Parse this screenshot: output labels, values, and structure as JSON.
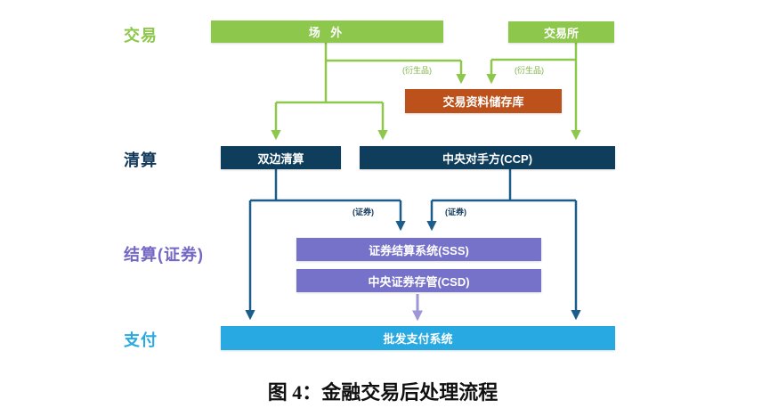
{
  "palette": {
    "green": "#8dc74b",
    "orange": "#bc511c",
    "navy_box": "#0f3d5c",
    "purple_box": "#7671c9",
    "light_blue": "#29a9e2",
    "navy_arrow": "#1d5d8a",
    "purple_arrow": "#9d97da",
    "caption_black": "#111111"
  },
  "row_labels": {
    "trade": "交易",
    "clearing": "清算",
    "settlement": "结算(证券)",
    "payment": "支付"
  },
  "nodes": {
    "otc": "场  外",
    "exchange": "交易所",
    "trade_repository": "交易资料储存库",
    "bilateral_clearing": "双边清算",
    "ccp": "中央对手方(CCP)",
    "sss": "证券结算系统(SSS)",
    "csd": "中央证券存管(CSD)",
    "wholesale_payment": "批发支付系统"
  },
  "edge_labels": {
    "derivatives_left": "(衍生品)",
    "derivatives_right": "(衍生品)",
    "securities_left": "(证券)",
    "securities_right": "(证券)"
  },
  "caption": "图 4：金融交易后处理流程"
}
